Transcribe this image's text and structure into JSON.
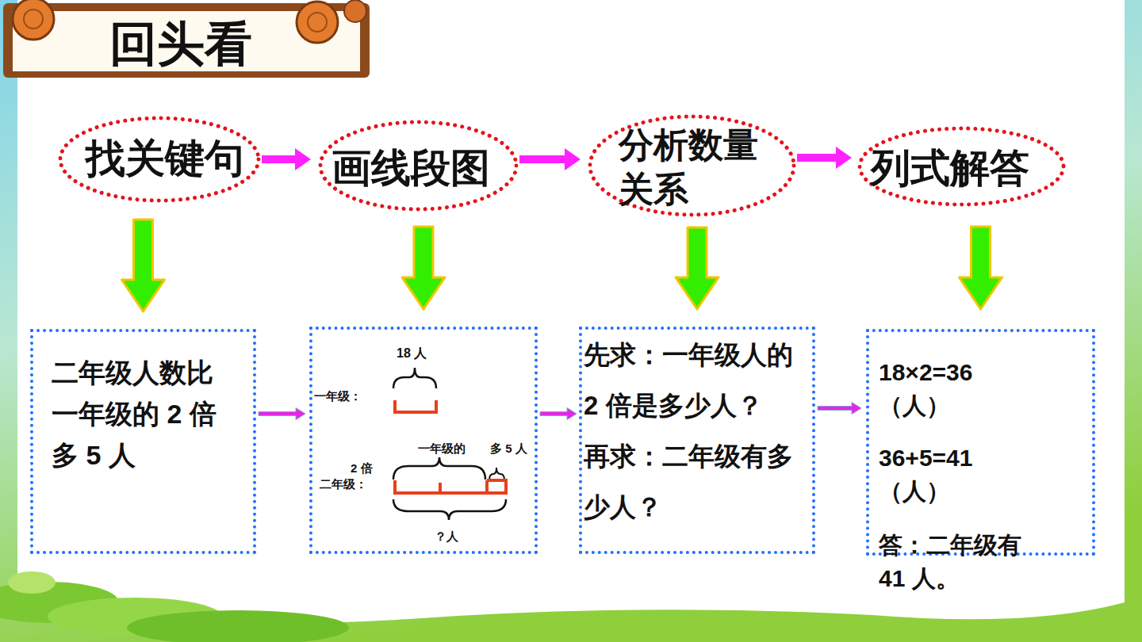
{
  "diagram": {
    "title": "回头看",
    "nodes": [
      {
        "text": [
          "找关键句"
        ]
      },
      {
        "text": [
          "画线段图"
        ]
      },
      {
        "text": [
          "分析数量 关系"
        ]
      },
      {
        "text": [
          "列式解答"
        ]
      },
      {
        "text": [
          "二年级人数比 一年级的 2 倍 多 5 人"
        ]
      },
      {
        "text": [
          "18 人",
          "一年级：",
          "一年级的",
          "多 5 人",
          "2 倍",
          "二年级：",
          "？人"
        ]
      },
      {
        "text": [
          "先求：一年级人的 2 倍是多少人？",
          "再求：二年级有多 少人？"
        ]
      },
      {
        "text": [
          "18×2=36 （人）",
          "36+5=41 （人）",
          "答：二年级有 41 人。"
        ]
      }
    ],
    "edges": [
      {
        "from": 0,
        "to": 1,
        "arrow": "to"
      },
      {
        "from": 1,
        "to": 2,
        "arrow": "to"
      },
      {
        "from": 2,
        "to": 3,
        "arrow": "to"
      },
      {
        "from": 0,
        "to": 4,
        "arrow": "to"
      },
      {
        "from": 1,
        "to": 5,
        "arrow": "to"
      },
      {
        "from": 2,
        "to": 6,
        "arrow": "to"
      },
      {
        "from": 3,
        "to": 7,
        "arrow": "to"
      },
      {
        "from": 4,
        "to": 5,
        "arrow": "to"
      },
      {
        "from": 5,
        "to": 6,
        "arrow": "to"
      },
      {
        "from": 6,
        "to": 7,
        "arrow": "to"
      }
    ]
  }
}
